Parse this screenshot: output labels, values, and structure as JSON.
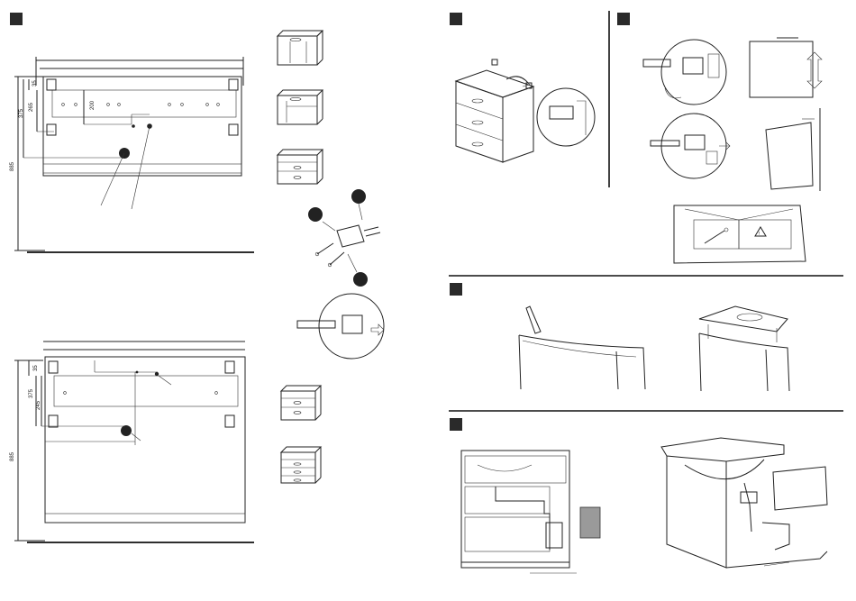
{
  "left_page": {
    "top_drawing": {
      "dims": [
        "35",
        "265",
        "375",
        "200",
        "885"
      ]
    },
    "bottom_drawing": {
      "dims": [
        "35",
        "375",
        "245",
        "885"
      ]
    }
  },
  "colors": {
    "ink": "#222222",
    "gray_box": "#9a9a9a",
    "square": "#2a2a2a"
  }
}
